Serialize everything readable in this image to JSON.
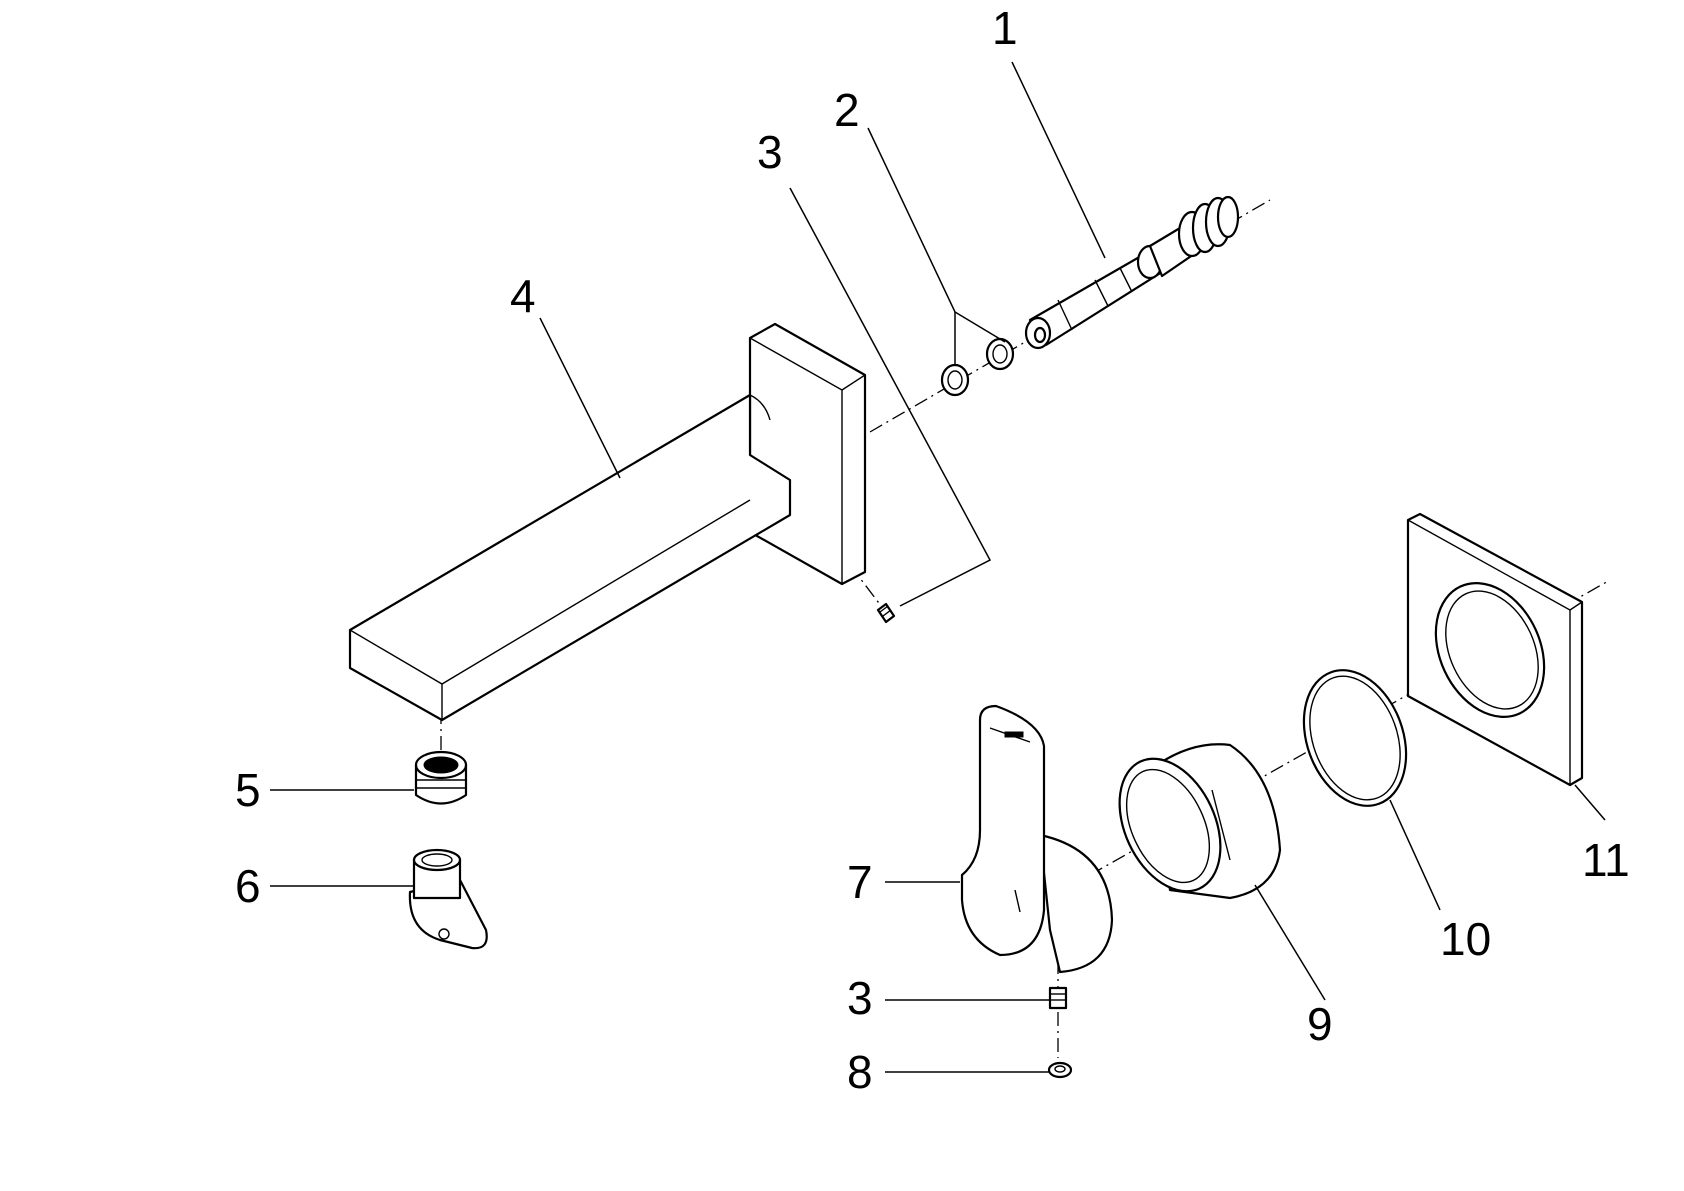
{
  "diagram": {
    "callouts": [
      {
        "id": "c1",
        "label": "1"
      },
      {
        "id": "c2",
        "label": "2"
      },
      {
        "id": "c3a",
        "label": "3"
      },
      {
        "id": "c3b",
        "label": "3"
      },
      {
        "id": "c4",
        "label": "4"
      },
      {
        "id": "c5",
        "label": "5"
      },
      {
        "id": "c6",
        "label": "6"
      },
      {
        "id": "c7",
        "label": "7"
      },
      {
        "id": "c8",
        "label": "8"
      },
      {
        "id": "c9",
        "label": "9"
      },
      {
        "id": "c10",
        "label": "10"
      },
      {
        "id": "c11",
        "label": "11"
      }
    ],
    "line_color": "#000000",
    "background": "#ffffff"
  }
}
